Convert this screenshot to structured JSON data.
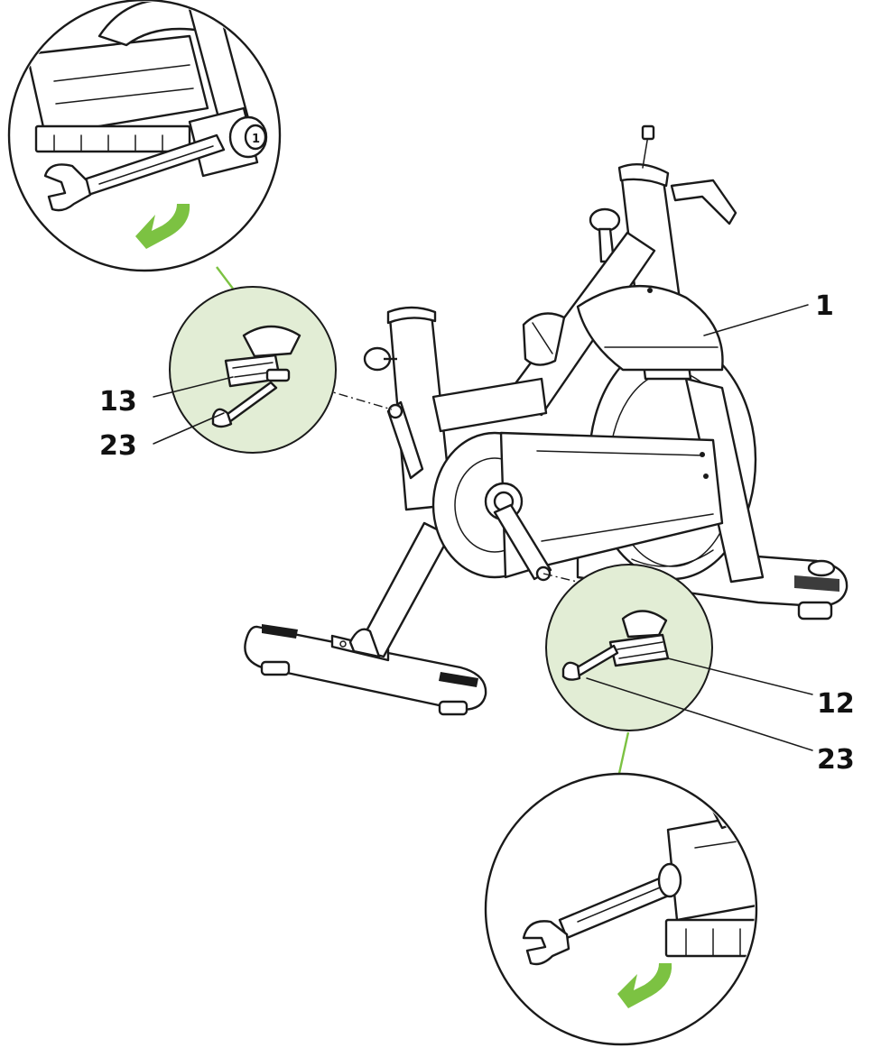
{
  "labels": {
    "frame": "1",
    "left_pedal": "13",
    "wrench_left": "23",
    "right_pedal": "12",
    "wrench_right": "23"
  },
  "detail_zoom_left": {
    "number_on_pedal_nut": "1"
  },
  "colors": {
    "highlight_green": "#7cc242",
    "zoom_fill": "#e2edd5",
    "line": "#1a1a1a"
  },
  "icons": [
    "rotation-arrow-icon",
    "wrench-icon",
    "pedal-icon"
  ]
}
